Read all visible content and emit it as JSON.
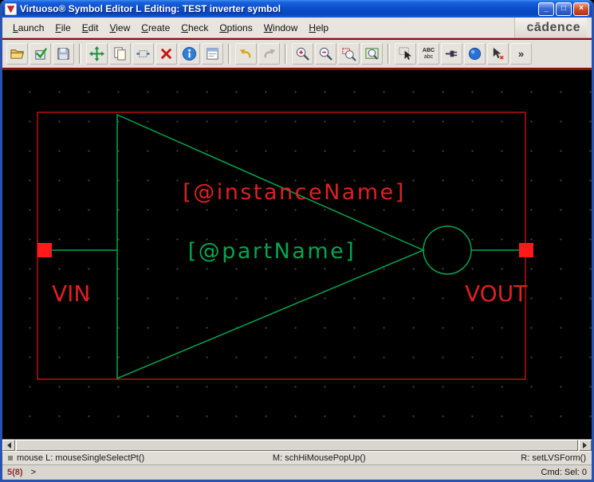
{
  "colors": {
    "symbol_green": "#00a550",
    "selection_red": "#bb1111",
    "pin_red": "#ff1a1a",
    "label_red": "#e02020",
    "accent_line_red": "#8a0f0f",
    "titlebar_blue": "#0a46c0"
  },
  "window": {
    "title": "Virtuoso® Symbol Editor L Editing: TEST inverter symbol",
    "controls": {
      "minimize": "_",
      "maximize": "□",
      "close": "×"
    }
  },
  "menu": {
    "items": [
      {
        "label": "Launch"
      },
      {
        "label": "File"
      },
      {
        "label": "Edit"
      },
      {
        "label": "View"
      },
      {
        "label": "Create"
      },
      {
        "label": "Check"
      },
      {
        "label": "Options"
      },
      {
        "label": "Window"
      },
      {
        "label": "Help"
      }
    ],
    "brand": "cādence"
  },
  "toolbar": {
    "icon_names": [
      "open",
      "check-and-save",
      "save",
      "move",
      "copy",
      "stretch",
      "delete",
      "query-properties",
      "property-editor",
      "undo",
      "redo",
      "zoom-in",
      "zoom-out",
      "zoom-to-area",
      "zoom-to-fit",
      "selection-mode",
      "create-label",
      "create-pin",
      "create-circle",
      "pointer-tool",
      "more-tools"
    ],
    "label_icon_top": "ABC",
    "label_icon_bottom": "abc",
    "more_glyph": "»"
  },
  "canvas": {
    "instance_label": "[@instanceName]",
    "part_label": "[@partName]",
    "pin_left_label": "VIN",
    "pin_right_label": "VOUT"
  },
  "status": {
    "left": "mouse L: mouseSingleSelectPt()",
    "middle": "M: schHiMousePopUp()",
    "right": "R: setLVSForm()"
  },
  "prompt": {
    "counter": "5(8)",
    "caret": ">",
    "cmd": "Cmd: Sel: 0"
  }
}
